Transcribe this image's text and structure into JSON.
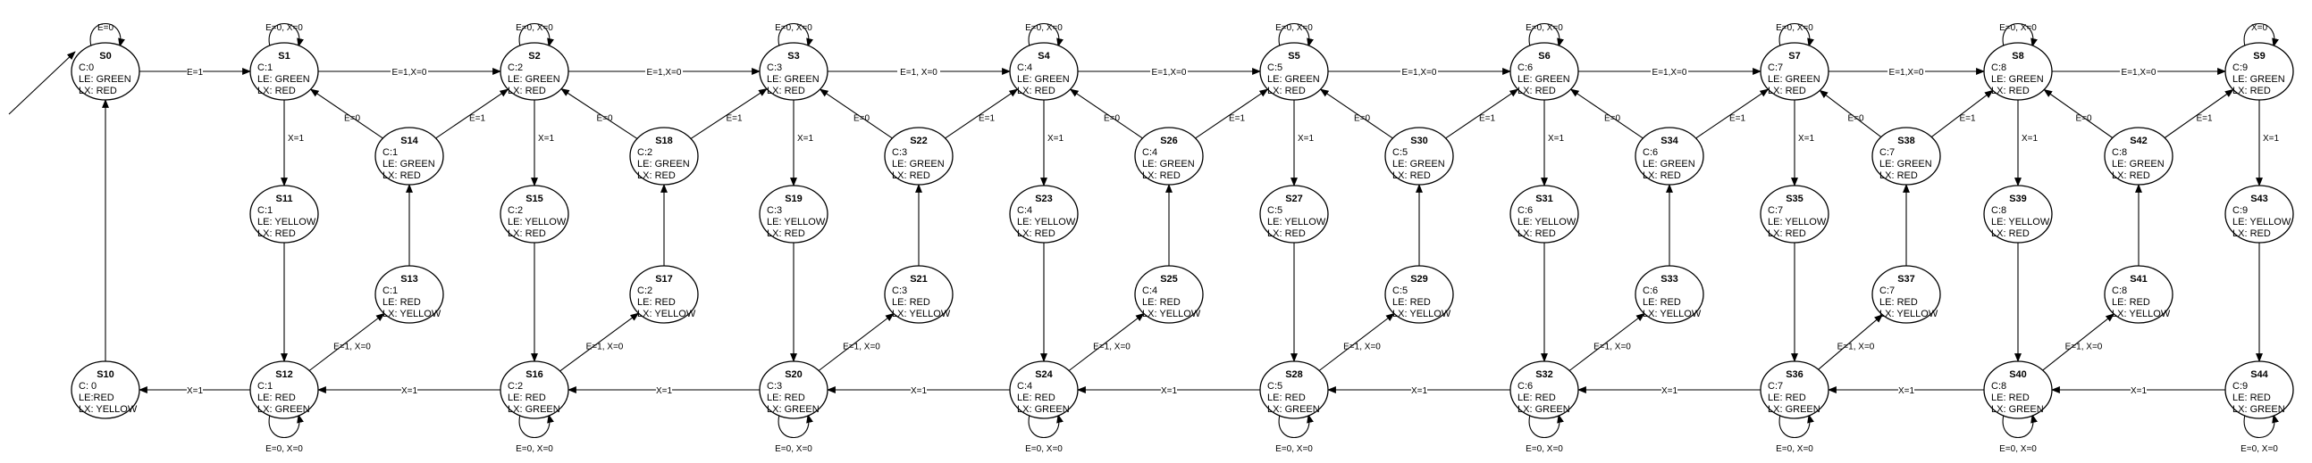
{
  "diagram": {
    "states": [
      {
        "id": "S0",
        "title": "S0",
        "lines": [
          "C:0",
          "LE: GREEN",
          "LX: RED"
        ]
      },
      {
        "id": "S1",
        "title": "S1",
        "lines": [
          "C:1",
          "LE: GREEN",
          "LX: RED"
        ]
      },
      {
        "id": "S2",
        "title": "S2",
        "lines": [
          "C:2",
          "LE: GREEN",
          "LX: RED"
        ]
      },
      {
        "id": "S3",
        "title": "S3",
        "lines": [
          "C:3",
          "LE: GREEN",
          "LX: RED"
        ]
      },
      {
        "id": "S4",
        "title": "S4",
        "lines": [
          "C:4",
          "LE: GREEN",
          "LX: RED"
        ]
      },
      {
        "id": "S5",
        "title": "S5",
        "lines": [
          "C:5",
          "LE: GREEN",
          "LX: RED"
        ]
      },
      {
        "id": "S6",
        "title": "S6",
        "lines": [
          "C:6",
          "LE: GREEN",
          "LX: RED"
        ]
      },
      {
        "id": "S7",
        "title": "S7",
        "lines": [
          "C:7",
          "LE: GREEN",
          "LX: RED"
        ]
      },
      {
        "id": "S8",
        "title": "S8",
        "lines": [
          "C:8",
          "LE: GREEN",
          "LX: RED"
        ]
      },
      {
        "id": "S9",
        "title": "S9",
        "lines": [
          "C:9",
          "LE: GREEN",
          "LX: RED"
        ]
      },
      {
        "id": "S14",
        "title": "S14",
        "lines": [
          "C:1",
          "LE: GREEN",
          "LX: RED"
        ]
      },
      {
        "id": "S18",
        "title": "S18",
        "lines": [
          "C:2",
          "LE: GREEN",
          "LX: RED"
        ]
      },
      {
        "id": "S22",
        "title": "S22",
        "lines": [
          "C:3",
          "LE: GREEN",
          "LX: RED"
        ]
      },
      {
        "id": "S26",
        "title": "S26",
        "lines": [
          "C:4",
          "LE: GREEN",
          "LX: RED"
        ]
      },
      {
        "id": "S30",
        "title": "S30",
        "lines": [
          "C:5",
          "LE: GREEN",
          "LX: RED"
        ]
      },
      {
        "id": "S34",
        "title": "S34",
        "lines": [
          "C:6",
          "LE: GREEN",
          "LX: RED"
        ]
      },
      {
        "id": "S38",
        "title": "S38",
        "lines": [
          "C:7",
          "LE: GREEN",
          "LX: RED"
        ]
      },
      {
        "id": "S42",
        "title": "S42",
        "lines": [
          "C:8",
          "LE: GREEN",
          "LX: RED"
        ]
      },
      {
        "id": "S11",
        "title": "S11",
        "lines": [
          "C:1",
          "LE: YELLOW",
          "LX: RED"
        ]
      },
      {
        "id": "S15",
        "title": "S15",
        "lines": [
          "C:2",
          "LE: YELLOW",
          "LX: RED"
        ]
      },
      {
        "id": "S19",
        "title": "S19",
        "lines": [
          "C:3",
          "LE: YELLOW",
          "LX: RED"
        ]
      },
      {
        "id": "S23",
        "title": "S23",
        "lines": [
          "C:4",
          "LE: YELLOW",
          "LX: RED"
        ]
      },
      {
        "id": "S27",
        "title": "S27",
        "lines": [
          "C:5",
          "LE: YELLOW",
          "LX: RED"
        ]
      },
      {
        "id": "S31",
        "title": "S31",
        "lines": [
          "C:6",
          "LE: YELLOW",
          "LX: RED"
        ]
      },
      {
        "id": "S35",
        "title": "S35",
        "lines": [
          "C:7",
          "LE: YELLOW",
          "LX: RED"
        ]
      },
      {
        "id": "S39",
        "title": "S39",
        "lines": [
          "C:8",
          "LE: YELLOW",
          "LX: RED"
        ]
      },
      {
        "id": "S43",
        "title": "S43",
        "lines": [
          "C:9",
          "LE: YELLOW",
          "LX: RED"
        ]
      },
      {
        "id": "S13",
        "title": "S13",
        "lines": [
          "C:1",
          "LE: RED",
          "LX: YELLOW"
        ]
      },
      {
        "id": "S17",
        "title": "S17",
        "lines": [
          "C:2",
          "LE: RED",
          "LX: YELLOW"
        ]
      },
      {
        "id": "S21",
        "title": "S21",
        "lines": [
          "C:3",
          "LE: RED",
          "LX: YELLOW"
        ]
      },
      {
        "id": "S25",
        "title": "S25",
        "lines": [
          "C:4",
          "LE: RED",
          "LX: YELLOW"
        ]
      },
      {
        "id": "S29",
        "title": "S29",
        "lines": [
          "C:5",
          "LE: RED",
          "LX: YELLOW"
        ]
      },
      {
        "id": "S33",
        "title": "S33",
        "lines": [
          "C:6",
          "LE: RED",
          "LX: YELLOW"
        ]
      },
      {
        "id": "S37",
        "title": "S37",
        "lines": [
          "C:7",
          "LE: RED",
          "LX: YELLOW"
        ]
      },
      {
        "id": "S41",
        "title": "S41",
        "lines": [
          "C:8",
          "LE: RED",
          "LX: YELLOW"
        ]
      },
      {
        "id": "S10",
        "title": "S10",
        "lines": [
          "C: 0",
          "LE:RED",
          "LX: YELLOW"
        ]
      },
      {
        "id": "S12",
        "title": "S12",
        "lines": [
          "C:1",
          "LE: RED",
          "LX: GREEN"
        ]
      },
      {
        "id": "S16",
        "title": "S16",
        "lines": [
          "C:2",
          "LE: RED",
          "LX: GREEN"
        ]
      },
      {
        "id": "S20",
        "title": "S20",
        "lines": [
          "C:3",
          "LE: RED",
          "LX: GREEN"
        ]
      },
      {
        "id": "S24",
        "title": "S24",
        "lines": [
          "C:4",
          "LE: RED",
          "LX: GREEN"
        ]
      },
      {
        "id": "S28",
        "title": "S28",
        "lines": [
          "C:5",
          "LE: RED",
          "LX: GREEN"
        ]
      },
      {
        "id": "S32",
        "title": "S32",
        "lines": [
          "C:6",
          "LE: RED",
          "LX: GREEN"
        ]
      },
      {
        "id": "S36",
        "title": "S36",
        "lines": [
          "C:7",
          "LE: RED",
          "LX: GREEN"
        ]
      },
      {
        "id": "S40",
        "title": "S40",
        "lines": [
          "C:8",
          "LE: RED",
          "LX: GREEN"
        ]
      },
      {
        "id": "S44",
        "title": "S44",
        "lines": [
          "C:9",
          "LE: RED",
          "LX: GREEN"
        ]
      }
    ],
    "edges": [
      {
        "from": "S0",
        "to": "S0",
        "label": "E=0",
        "self": "top"
      },
      {
        "from": "S1",
        "to": "S1",
        "label": "E=0, X=0",
        "self": "top"
      },
      {
        "from": "S2",
        "to": "S2",
        "label": "E=0, X=0",
        "self": "top"
      },
      {
        "from": "S3",
        "to": "S3",
        "label": "E=0, X=0",
        "self": "top"
      },
      {
        "from": "S4",
        "to": "S4",
        "label": "E=0, X=0",
        "self": "top"
      },
      {
        "from": "S5",
        "to": "S5",
        "label": "E=0, X=0",
        "self": "top"
      },
      {
        "from": "S6",
        "to": "S6",
        "label": "E=0, X=0",
        "self": "top"
      },
      {
        "from": "S7",
        "to": "S7",
        "label": "E=0, X=0",
        "self": "top"
      },
      {
        "from": "S8",
        "to": "S8",
        "label": "E=0, X=0",
        "self": "top"
      },
      {
        "from": "S9",
        "to": "S9",
        "label": "X=0",
        "self": "top"
      },
      {
        "from": "S12",
        "to": "S12",
        "label": "E=0, X=0",
        "self": "bottom"
      },
      {
        "from": "S16",
        "to": "S16",
        "label": "E=0, X=0",
        "self": "bottom"
      },
      {
        "from": "S20",
        "to": "S20",
        "label": "E=0, X=0",
        "self": "bottom"
      },
      {
        "from": "S24",
        "to": "S24",
        "label": "E=0, X=0",
        "self": "bottom"
      },
      {
        "from": "S28",
        "to": "S28",
        "label": "E=0, X=0",
        "self": "bottom"
      },
      {
        "from": "S32",
        "to": "S32",
        "label": "E=0, X=0",
        "self": "bottom"
      },
      {
        "from": "S36",
        "to": "S36",
        "label": "E=0, X=0",
        "self": "bottom"
      },
      {
        "from": "S40",
        "to": "S40",
        "label": "E=0, X=0",
        "self": "bottom"
      },
      {
        "from": "S44",
        "to": "S44",
        "label": "E=0, X=0",
        "self": "bottom"
      },
      {
        "from": "S0",
        "to": "S1",
        "label": "E=1"
      },
      {
        "from": "S1",
        "to": "S2",
        "label": "E=1,X=0"
      },
      {
        "from": "S2",
        "to": "S3",
        "label": "E=1,X=0"
      },
      {
        "from": "S3",
        "to": "S4",
        "label": "E=1, X=0"
      },
      {
        "from": "S4",
        "to": "S5",
        "label": "E=1,X=0"
      },
      {
        "from": "S5",
        "to": "S6",
        "label": "E=1,X=0"
      },
      {
        "from": "S6",
        "to": "S7",
        "label": "E=1,X=0"
      },
      {
        "from": "S7",
        "to": "S8",
        "label": "E=1,X=0"
      },
      {
        "from": "S8",
        "to": "S9",
        "label": "E=1,X=0"
      },
      {
        "from": "S1",
        "to": "S11",
        "label": "X=1"
      },
      {
        "from": "S2",
        "to": "S15",
        "label": "X=1"
      },
      {
        "from": "S3",
        "to": "S19",
        "label": "X=1"
      },
      {
        "from": "S4",
        "to": "S23",
        "label": "X=1"
      },
      {
        "from": "S5",
        "to": "S27",
        "label": "X=1"
      },
      {
        "from": "S6",
        "to": "S31",
        "label": "X=1"
      },
      {
        "from": "S7",
        "to": "S35",
        "label": "X=1"
      },
      {
        "from": "S8",
        "to": "S39",
        "label": "X=1"
      },
      {
        "from": "S9",
        "to": "S43",
        "label": "X=1"
      },
      {
        "from": "S11",
        "to": "S12",
        "label": ""
      },
      {
        "from": "S15",
        "to": "S16",
        "label": ""
      },
      {
        "from": "S19",
        "to": "S20",
        "label": ""
      },
      {
        "from": "S23",
        "to": "S24",
        "label": ""
      },
      {
        "from": "S27",
        "to": "S28",
        "label": ""
      },
      {
        "from": "S31",
        "to": "S32",
        "label": ""
      },
      {
        "from": "S35",
        "to": "S36",
        "label": ""
      },
      {
        "from": "S39",
        "to": "S40",
        "label": ""
      },
      {
        "from": "S43",
        "to": "S44",
        "label": ""
      },
      {
        "from": "S12",
        "to": "S13",
        "label": "E=1, X=0"
      },
      {
        "from": "S16",
        "to": "S17",
        "label": "E=1, X=0"
      },
      {
        "from": "S20",
        "to": "S21",
        "label": "E=1, X=0"
      },
      {
        "from": "S24",
        "to": "S25",
        "label": "E=1, X=0"
      },
      {
        "from": "S28",
        "to": "S29",
        "label": "E=1, X=0"
      },
      {
        "from": "S32",
        "to": "S33",
        "label": "E=1, X=0"
      },
      {
        "from": "S36",
        "to": "S37",
        "label": "E=1, X=0"
      },
      {
        "from": "S40",
        "to": "S41",
        "label": "E=1, X=0"
      },
      {
        "from": "S13",
        "to": "S14",
        "label": ""
      },
      {
        "from": "S17",
        "to": "S18",
        "label": ""
      },
      {
        "from": "S21",
        "to": "S22",
        "label": ""
      },
      {
        "from": "S25",
        "to": "S26",
        "label": ""
      },
      {
        "from": "S29",
        "to": "S30",
        "label": ""
      },
      {
        "from": "S33",
        "to": "S34",
        "label": ""
      },
      {
        "from": "S37",
        "to": "S38",
        "label": ""
      },
      {
        "from": "S41",
        "to": "S42",
        "label": ""
      },
      {
        "from": "S14",
        "to": "S1",
        "label": "E=0"
      },
      {
        "from": "S18",
        "to": "S2",
        "label": "E=0"
      },
      {
        "from": "S22",
        "to": "S3",
        "label": "E=0"
      },
      {
        "from": "S26",
        "to": "S4",
        "label": "E=0"
      },
      {
        "from": "S30",
        "to": "S5",
        "label": "E=0"
      },
      {
        "from": "S34",
        "to": "S6",
        "label": "E=0"
      },
      {
        "from": "S38",
        "to": "S7",
        "label": "E=0"
      },
      {
        "from": "S42",
        "to": "S8",
        "label": "E=0"
      },
      {
        "from": "S14",
        "to": "S2",
        "label": "E=1"
      },
      {
        "from": "S18",
        "to": "S3",
        "label": "E=1"
      },
      {
        "from": "S22",
        "to": "S4",
        "label": "E=1"
      },
      {
        "from": "S26",
        "to": "S5",
        "label": "E=1"
      },
      {
        "from": "S30",
        "to": "S6",
        "label": "E=1"
      },
      {
        "from": "S34",
        "to": "S7",
        "label": "E=1"
      },
      {
        "from": "S38",
        "to": "S8",
        "label": "E=1"
      },
      {
        "from": "S42",
        "to": "S9",
        "label": "E=1"
      },
      {
        "from": "S44",
        "to": "S40",
        "label": "X=1"
      },
      {
        "from": "S40",
        "to": "S36",
        "label": "X=1"
      },
      {
        "from": "S36",
        "to": "S32",
        "label": "X=1"
      },
      {
        "from": "S32",
        "to": "S28",
        "label": "X=1"
      },
      {
        "from": "S28",
        "to": "S24",
        "label": "X=1"
      },
      {
        "from": "S24",
        "to": "S20",
        "label": "X=1"
      },
      {
        "from": "S20",
        "to": "S16",
        "label": "X=1"
      },
      {
        "from": "S16",
        "to": "S12",
        "label": "X=1"
      },
      {
        "from": "S12",
        "to": "S10",
        "label": "X=1"
      },
      {
        "from": "S10",
        "to": "S0",
        "label": ""
      }
    ]
  }
}
